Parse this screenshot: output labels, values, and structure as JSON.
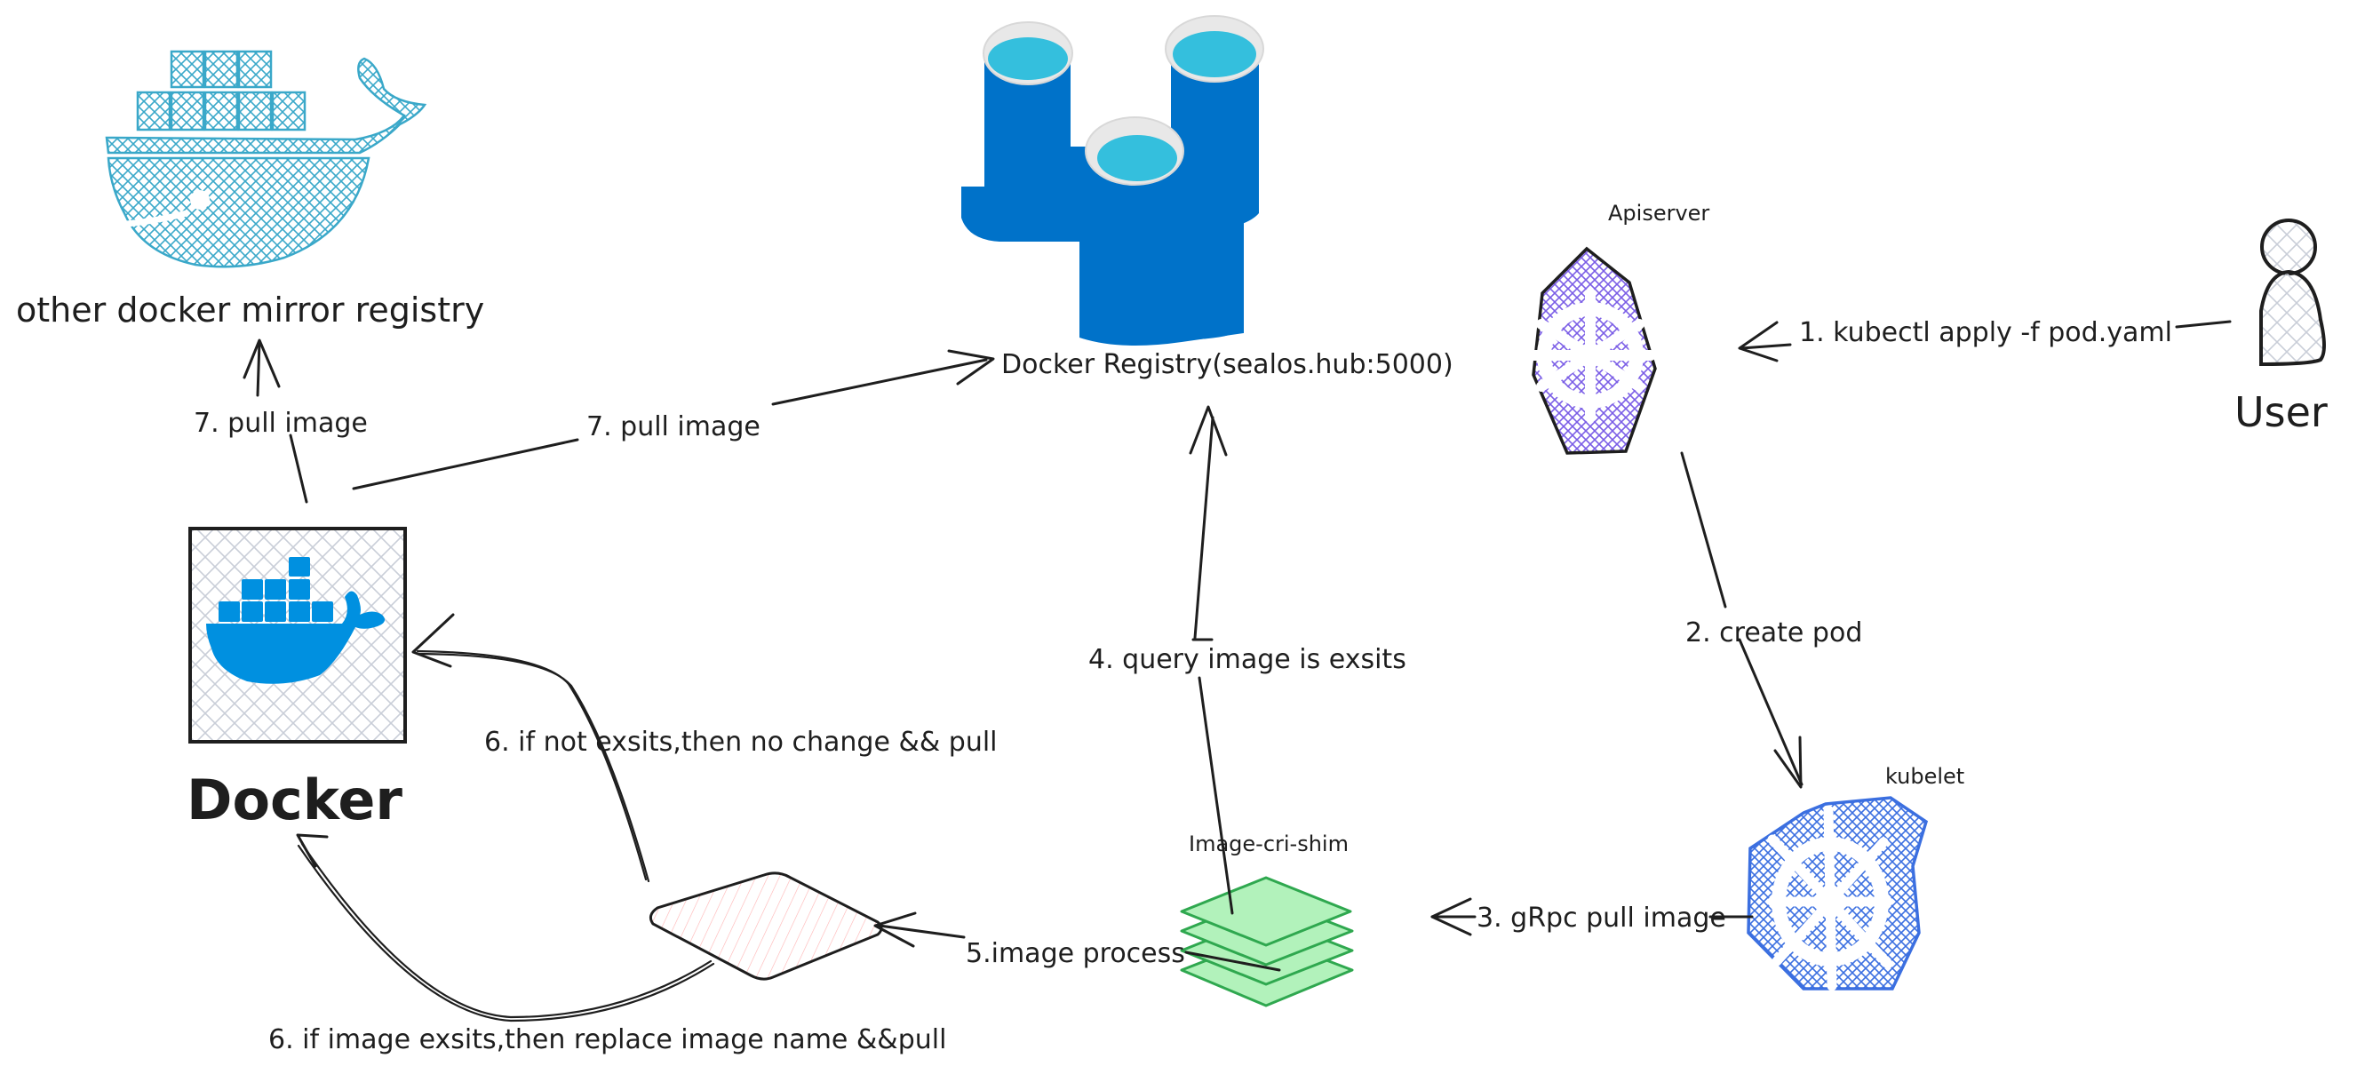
{
  "diagram": {
    "nodes": {
      "mirror_registry": {
        "label": "other docker mirror registry",
        "icon": "docker-whale-hatched-icon",
        "color": "#3aa8c9"
      },
      "docker_registry": {
        "label": "Docker Registry(sealos.hub:5000)",
        "icon": "database-cylinders-icon",
        "color": "#0072c9",
        "top_color": "#34bfdd"
      },
      "apiserver": {
        "label": "Apiserver",
        "icon": "kubernetes-helm-icon",
        "color": "#7b5ee6"
      },
      "user": {
        "label": "User",
        "icon": "user-icon"
      },
      "docker": {
        "label": "Docker",
        "icon": "docker-logo-icon",
        "color": "#0090e0"
      },
      "image_cri_shim": {
        "label": "Image-cri-shim",
        "icon": "layers-stack-icon",
        "color": "#2fa84f",
        "fill": "#b2f2bb"
      },
      "kubelet": {
        "label": "kubelet",
        "icon": "kubernetes-helm-icon",
        "color": "#3b6fe0"
      },
      "decision": {
        "label": "",
        "icon": "decision-diamond",
        "color": "#ff8787"
      }
    },
    "edges": [
      {
        "id": "e1",
        "label": "1. kubectl apply -f pod.yaml",
        "from": "user",
        "to": "apiserver"
      },
      {
        "id": "e2",
        "label": "2. create pod",
        "from": "apiserver",
        "to": "kubelet"
      },
      {
        "id": "e3",
        "label": "3. gRpc pull image",
        "from": "kubelet",
        "to": "image_cri_shim"
      },
      {
        "id": "e4",
        "label": "4. query image is exsits",
        "from": "image_cri_shim",
        "to": "docker_registry"
      },
      {
        "id": "e5",
        "label": "5.image process",
        "from": "image_cri_shim",
        "to": "decision"
      },
      {
        "id": "e6a",
        "label": "6. if not exsits,then no change && pull",
        "from": "decision",
        "to": "docker"
      },
      {
        "id": "e6b",
        "label": "6. if image exsits,then replace image name &&pull",
        "from": "decision",
        "to": "docker"
      },
      {
        "id": "e7a",
        "label": "7. pull image",
        "from": "docker",
        "to": "mirror_registry"
      },
      {
        "id": "e7b",
        "label": "7. pull image",
        "from": "docker",
        "to": "docker_registry"
      }
    ]
  }
}
